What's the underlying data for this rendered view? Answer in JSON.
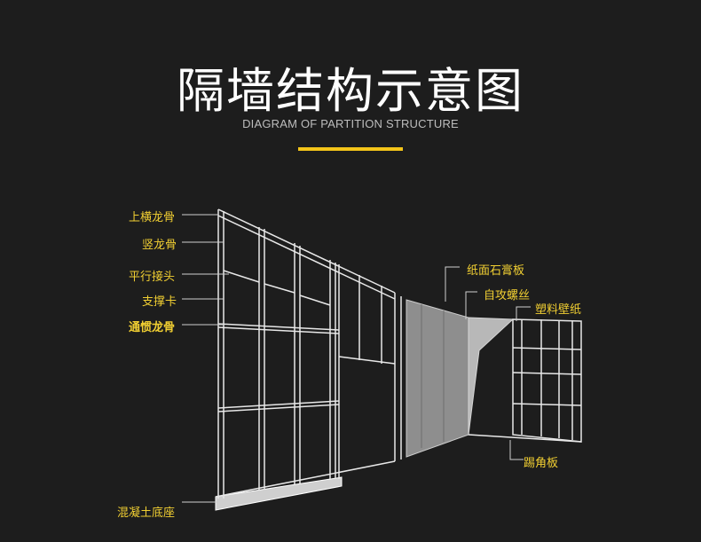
{
  "title": "隔墙结构示意图",
  "subtitle": "DIAGRAM OF PARTITION STRUCTURE",
  "colors": {
    "background": "#1d1d1d",
    "accent": "#f3c419",
    "label": "#f1cf32",
    "line": "#e8e8e8",
    "board": "#9a9a9a"
  },
  "labels": {
    "top_track": "上横龙骨",
    "vertical_stud": "竖龙骨",
    "parallel_joint": "平行接头",
    "support_clip": "支撑卡",
    "through_channel": "通惯龙骨",
    "concrete_base": "混凝土底座",
    "gypsum_board": "纸面石膏板",
    "tapping_screw": "自攻螺丝",
    "plastic_wallpaper": "塑料壁纸",
    "skirting_board": "踢角板"
  }
}
